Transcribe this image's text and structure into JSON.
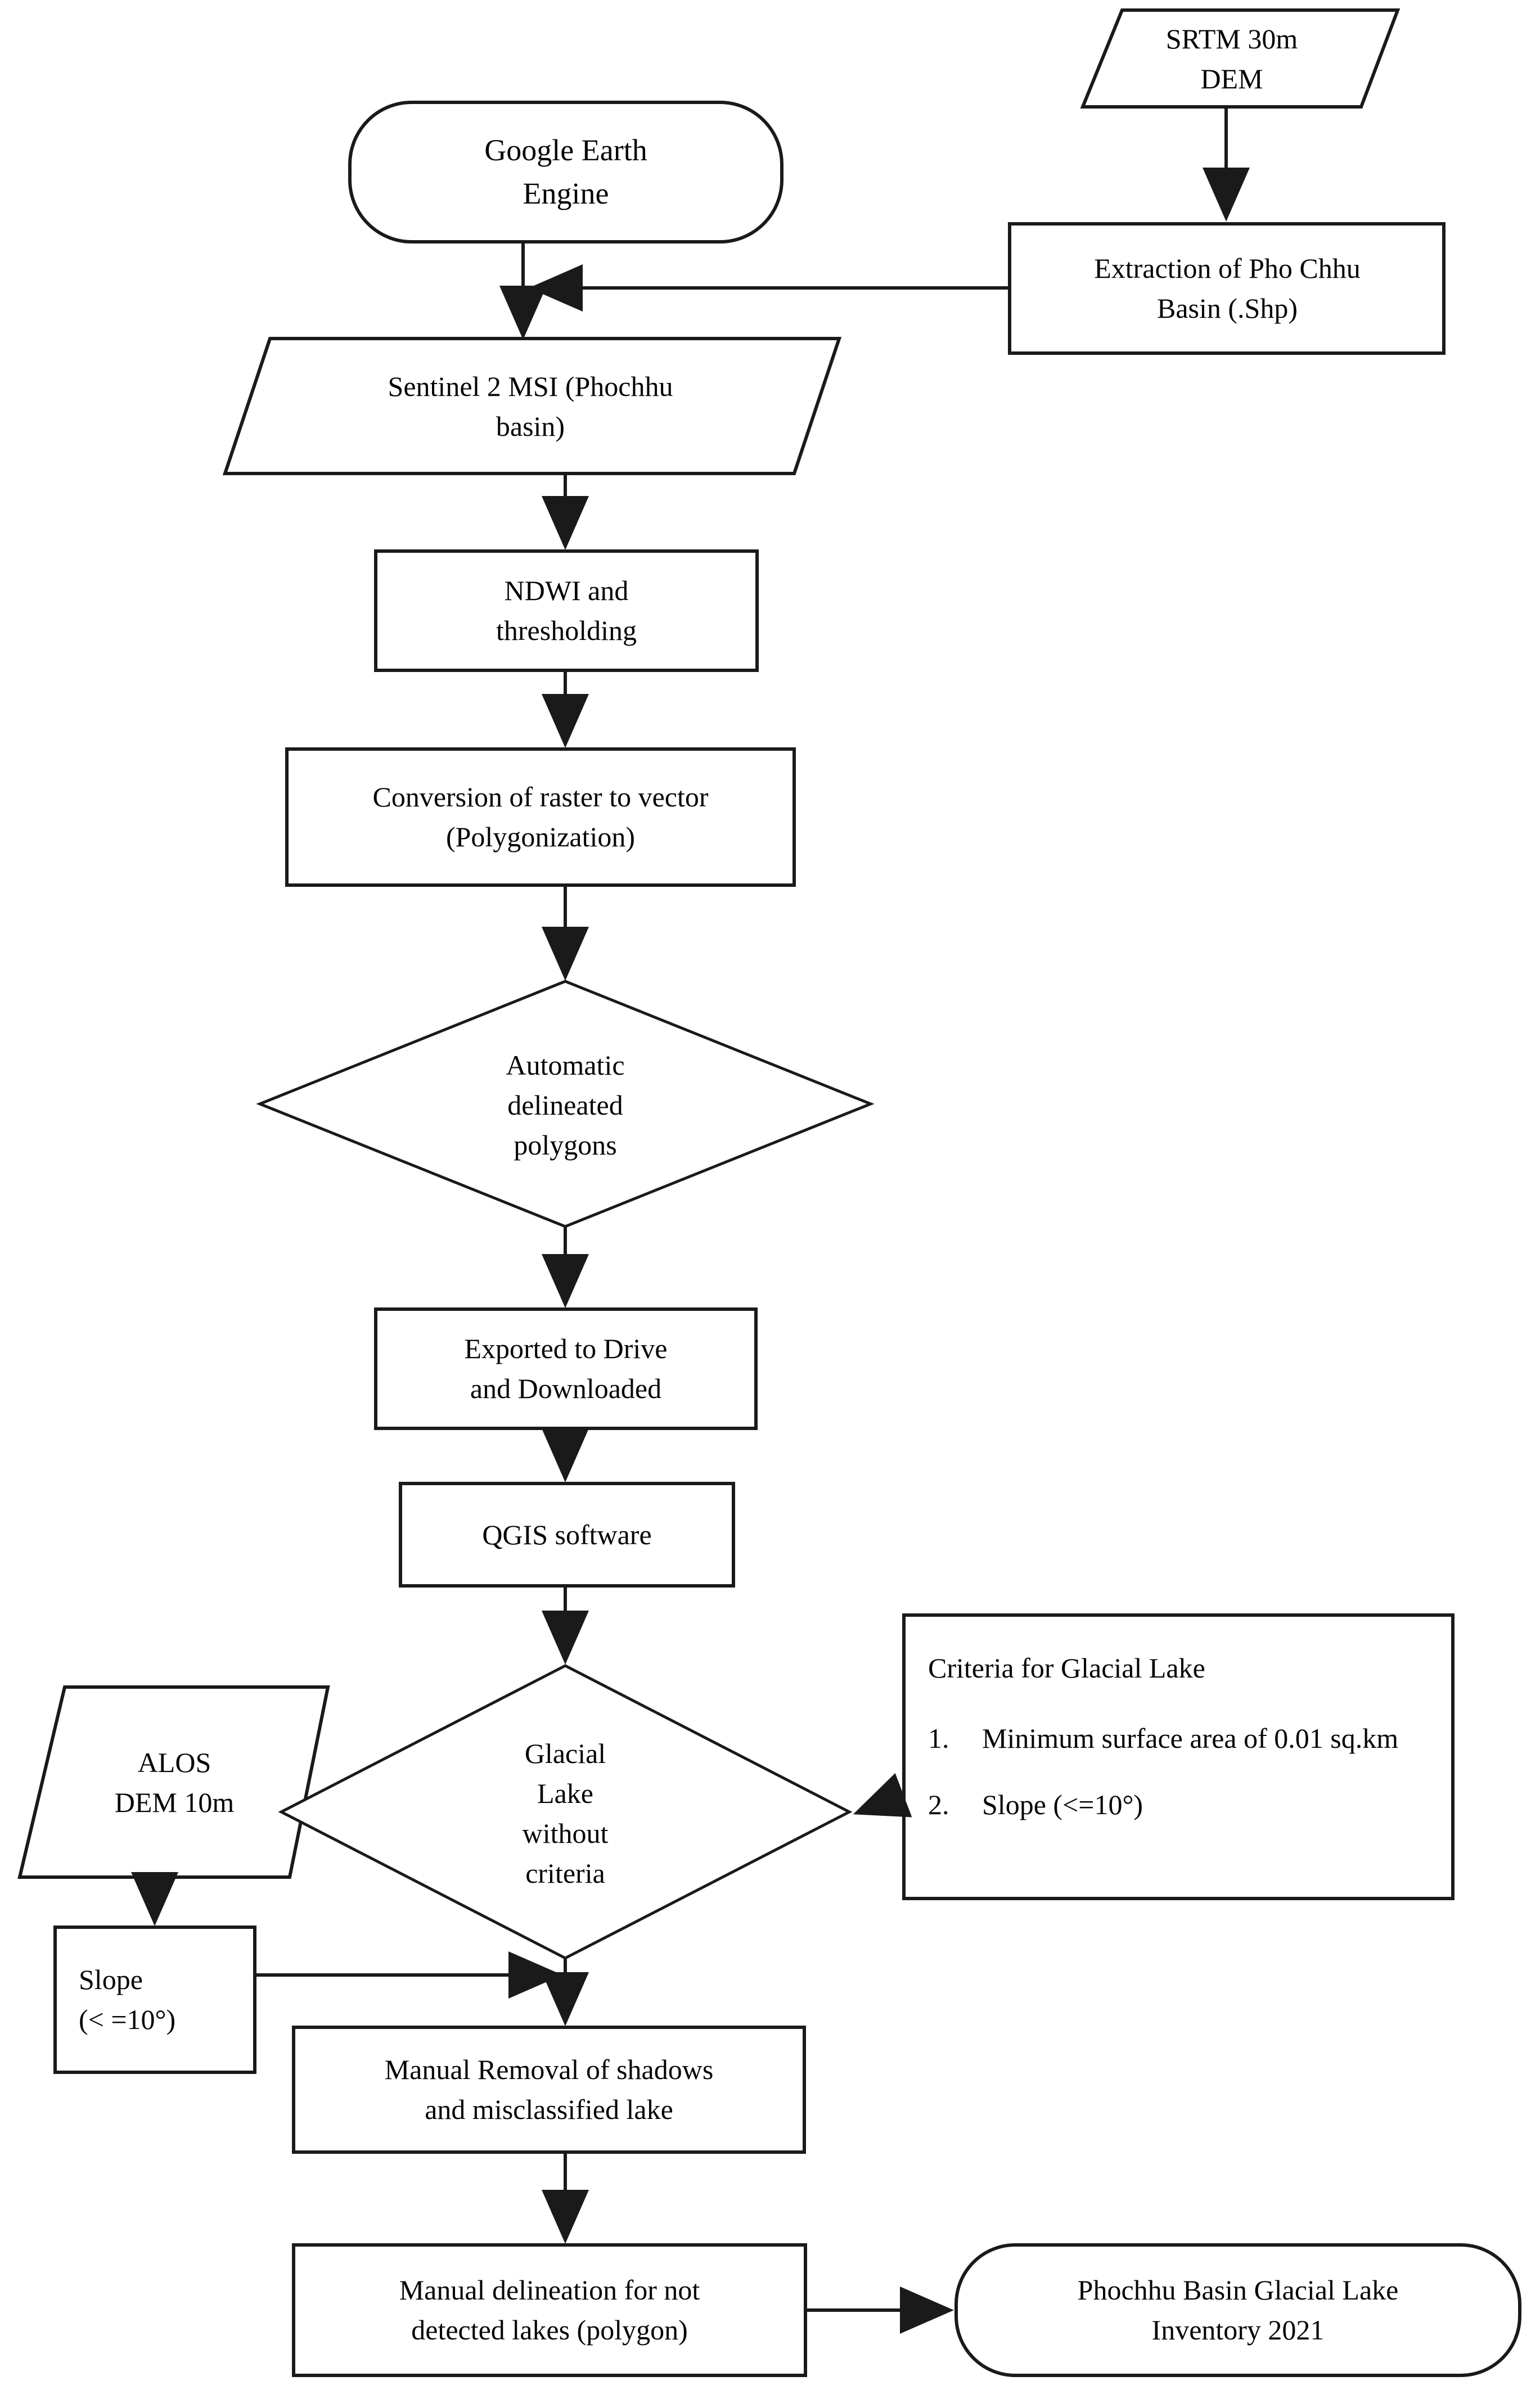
{
  "diagram": {
    "title": "Glacial lake inventory methodology flowchart",
    "type": "flowchart",
    "stroke_color": "#1a1a1a",
    "fill_color": "#ffffff",
    "text_color": "#050505"
  },
  "nodes": {
    "srtm_dem": {
      "label": "SRTM 30m\nDEM",
      "shape": "parallelogram",
      "role": "data-input"
    },
    "google_earth_engine": {
      "label": "Google Earth\nEngine",
      "shape": "rounded",
      "role": "platform"
    },
    "extraction_basin": {
      "label": "Extraction of Pho Chhu\nBasin (.Shp)",
      "shape": "rectangle",
      "role": "process"
    },
    "sentinel": {
      "label": "Sentinel 2 MSI (Phochhu\nbasin)",
      "shape": "parallelogram",
      "role": "data-input"
    },
    "ndwi": {
      "label": "NDWI and\nthresholding",
      "shape": "rectangle",
      "role": "process"
    },
    "conversion": {
      "label": "Conversion of raster to vector\n(Polygonization)",
      "shape": "rectangle",
      "role": "process"
    },
    "auto_polygons": {
      "label": "Automatic\ndelineated\npolygons",
      "shape": "diamond",
      "role": "decision"
    },
    "exported": {
      "label": "Exported to Drive\nand Downloaded",
      "shape": "rectangle",
      "role": "process"
    },
    "qgis": {
      "label": "QGIS software",
      "shape": "rectangle",
      "role": "process"
    },
    "alos_dem": {
      "label": "ALOS\nDEM 10m",
      "shape": "parallelogram",
      "role": "data-input"
    },
    "slope_box": {
      "label": "Slope\n(< =10°)",
      "shape": "rectangle",
      "role": "process"
    },
    "glacial_lake_decision": {
      "label": "Glacial\nLake\nwithout\ncriteria",
      "shape": "diamond",
      "role": "decision"
    },
    "criteria": {
      "shape": "rectangle",
      "role": "note",
      "title": "Criteria for Glacial Lake",
      "items": [
        {
          "num": "1.",
          "text": "Minimum surface area of 0.01 sq.km"
        },
        {
          "num": "2.",
          "text": "Slope (<=10°)"
        }
      ]
    },
    "manual_removal": {
      "label": "Manual Removal of shadows\nand misclassified lake",
      "shape": "rectangle",
      "role": "process"
    },
    "manual_delineation": {
      "label": "Manual delineation for not\ndetected lakes (polygon)",
      "shape": "rectangle",
      "role": "process"
    },
    "inventory_output": {
      "label": "Phochhu Basin Glacial Lake\nInventory 2021",
      "shape": "rounded",
      "role": "output"
    }
  },
  "edges": [
    {
      "from": "srtm_dem",
      "to": "extraction_basin",
      "direction": "down"
    },
    {
      "from": "extraction_basin",
      "to": "sentinel_trunk",
      "direction": "left"
    },
    {
      "from": "google_earth_engine",
      "to": "sentinel",
      "direction": "down"
    },
    {
      "from": "sentinel",
      "to": "ndwi",
      "direction": "down"
    },
    {
      "from": "ndwi",
      "to": "conversion",
      "direction": "down"
    },
    {
      "from": "conversion",
      "to": "auto_polygons",
      "direction": "down"
    },
    {
      "from": "auto_polygons",
      "to": "exported",
      "direction": "down"
    },
    {
      "from": "exported",
      "to": "qgis",
      "direction": "down"
    },
    {
      "from": "qgis",
      "to": "glacial_lake_decision",
      "direction": "down"
    },
    {
      "from": "criteria",
      "to": "glacial_lake_decision",
      "direction": "left"
    },
    {
      "from": "alos_dem",
      "to": "slope_box",
      "direction": "down"
    },
    {
      "from": "slope_box",
      "to": "merge_point",
      "direction": "right"
    },
    {
      "from": "glacial_lake_decision",
      "to": "manual_removal",
      "direction": "down"
    },
    {
      "from": "manual_removal",
      "to": "manual_delineation",
      "direction": "down"
    },
    {
      "from": "manual_delineation",
      "to": "inventory_output",
      "direction": "right"
    }
  ]
}
